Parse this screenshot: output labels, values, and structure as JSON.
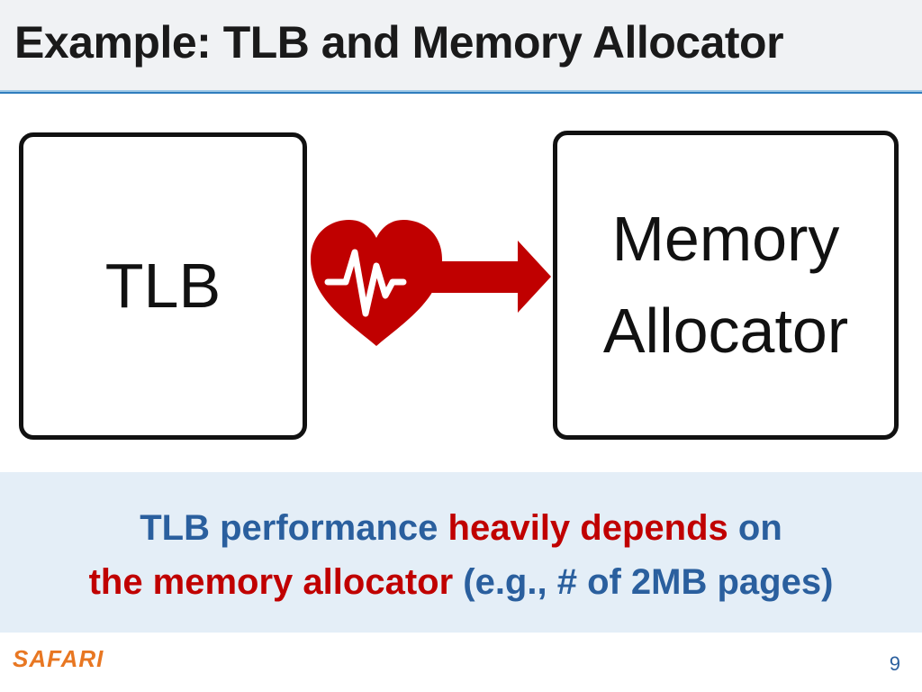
{
  "slide": {
    "title": "Example: TLB and Memory Allocator",
    "page_number": "9",
    "logo_text": "SAFARI"
  },
  "diagram": {
    "left_box": "TLB",
    "right_box": "Memory\nAllocator",
    "connector_icon": "heartbeat-arrow-icon"
  },
  "callout": {
    "line1": [
      {
        "text": "TLB performance ",
        "color": "blue"
      },
      {
        "text": "heavily depends",
        "color": "red"
      },
      {
        "text": " on",
        "color": "blue"
      }
    ],
    "line2": [
      {
        "text": "the memory allocator",
        "color": "red"
      },
      {
        "text": " (e.g., # of 2MB pages)",
        "color": "blue"
      }
    ]
  },
  "colors": {
    "accent_blue": "#2a5f9e",
    "accent_red": "#c00000",
    "rule_blue": "#2f7dbd",
    "logo_orange": "#e87722"
  }
}
